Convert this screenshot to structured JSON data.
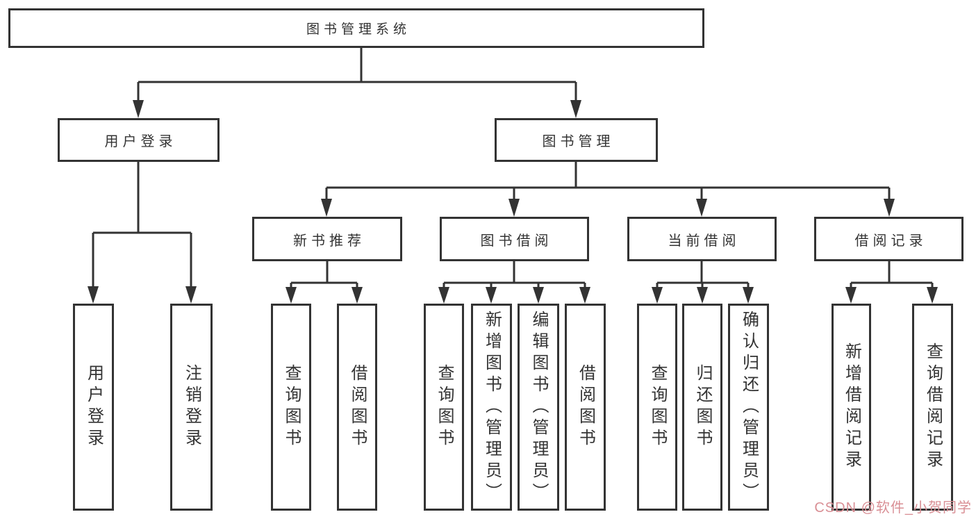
{
  "diagram": {
    "tree": {
      "root": {
        "label": "图书管理系统"
      },
      "branches": [
        {
          "label": "用户登录",
          "leaves": [
            {
              "label": "用户登录"
            },
            {
              "label": "注销登录"
            }
          ]
        },
        {
          "label": "图书管理",
          "groups": [
            {
              "label": "新书推荐",
              "leaves": [
                {
                  "label": "查询图书"
                },
                {
                  "label": "借阅图书"
                }
              ]
            },
            {
              "label": "图书借阅",
              "leaves": [
                {
                  "label": "查询图书"
                },
                {
                  "label": "新增图书（管理员）"
                },
                {
                  "label": "编辑图书（管理员）"
                },
                {
                  "label": "借阅图书"
                }
              ]
            },
            {
              "label": "当前借阅",
              "leaves": [
                {
                  "label": "查询图书"
                },
                {
                  "label": "归还图书"
                },
                {
                  "label": "确认归还（管理员）"
                }
              ]
            },
            {
              "label": "借阅记录",
              "leaves": [
                {
                  "label": "新增借阅记录"
                },
                {
                  "label": "查询借阅记录"
                }
              ]
            }
          ]
        }
      ]
    },
    "colors": {
      "line": "#333333",
      "box_border": "#333333",
      "text": "#333333",
      "background": "#ffffff",
      "watermark": "#d98f95"
    },
    "watermark": {
      "text": "CSDN @软件_小贺同学"
    }
  }
}
